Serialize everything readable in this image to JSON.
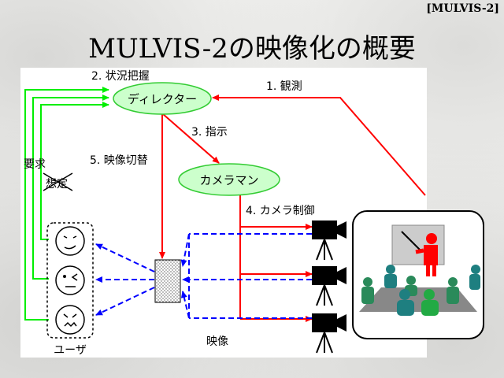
{
  "slide_tag": "[MULVIS-2]",
  "title": "MULVIS-2の映像化の概要",
  "nodes": {
    "director": "ディレクター",
    "cameraman": "カメラマン",
    "user_group": "ユーザ"
  },
  "labels": {
    "grasp": "2.  状況把握",
    "observe": "1.  観測",
    "instruct": "3.  指示",
    "switch": "5.  映像切替",
    "camera_control": "4.  カメラ制御",
    "request": "要求",
    "guess": "想定",
    "video": "映像"
  },
  "colors": {
    "red": "#ff0000",
    "green": "#00ee00",
    "blue": "#0000ff",
    "node_fill": "#ccffcc"
  }
}
